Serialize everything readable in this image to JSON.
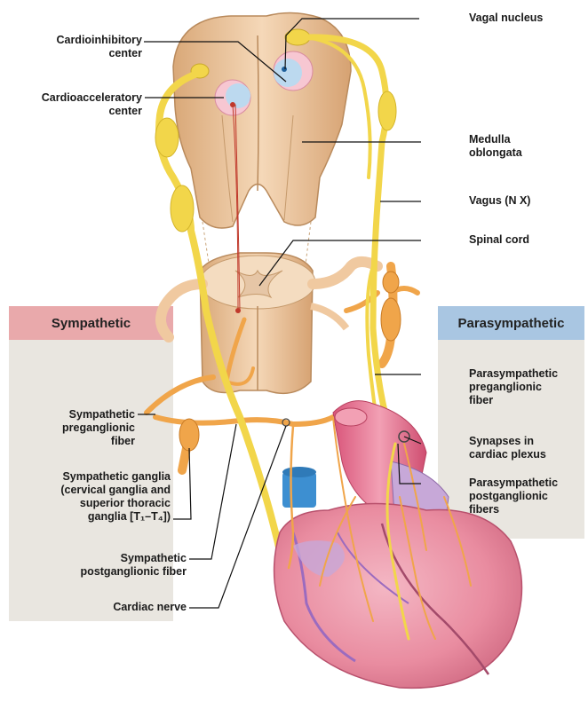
{
  "banners": {
    "sympathetic": "Sympathetic",
    "parasympathetic": "Parasympathetic"
  },
  "labels": {
    "cardioinhibitory": [
      "Cardioinhibitory",
      "center"
    ],
    "cardioacceleratory": [
      "Cardioacceleratory",
      "center"
    ],
    "vagal_nucleus": [
      "Vagal nucleus"
    ],
    "medulla": [
      "Medulla",
      "oblongata"
    ],
    "vagus": [
      "Vagus (N X)"
    ],
    "spinal_cord": [
      "Spinal cord"
    ],
    "para_pre": [
      "Parasympathetic",
      "preganglionic",
      "fiber"
    ],
    "synapses": [
      "Synapses in",
      "cardiac plexus"
    ],
    "para_post": [
      "Parasympathetic",
      "postganglionic",
      "fibers"
    ],
    "symp_pre": [
      "Sympathetic",
      "preganglionic",
      "fiber"
    ],
    "symp_ganglia": [
      "Sympathetic ganglia",
      "(cervical ganglia and",
      "superior thoracic",
      "ganglia [T₁–T₄])"
    ],
    "symp_post": [
      "Sympathetic",
      "postganglionic fiber"
    ],
    "cardiac_nerve": [
      "Cardiac nerve"
    ]
  },
  "colors": {
    "sympathetic_band": "#e9a9ab",
    "parasympathetic_band": "#a9c6e2",
    "panel": "#e9e6e0",
    "tissue": "#efc9a3",
    "nerve_yellow": "#f2d64a",
    "nerve_orange": "#f0a54a",
    "heart": "#e98ca0",
    "vessel_blue": "#3d8fd1"
  }
}
